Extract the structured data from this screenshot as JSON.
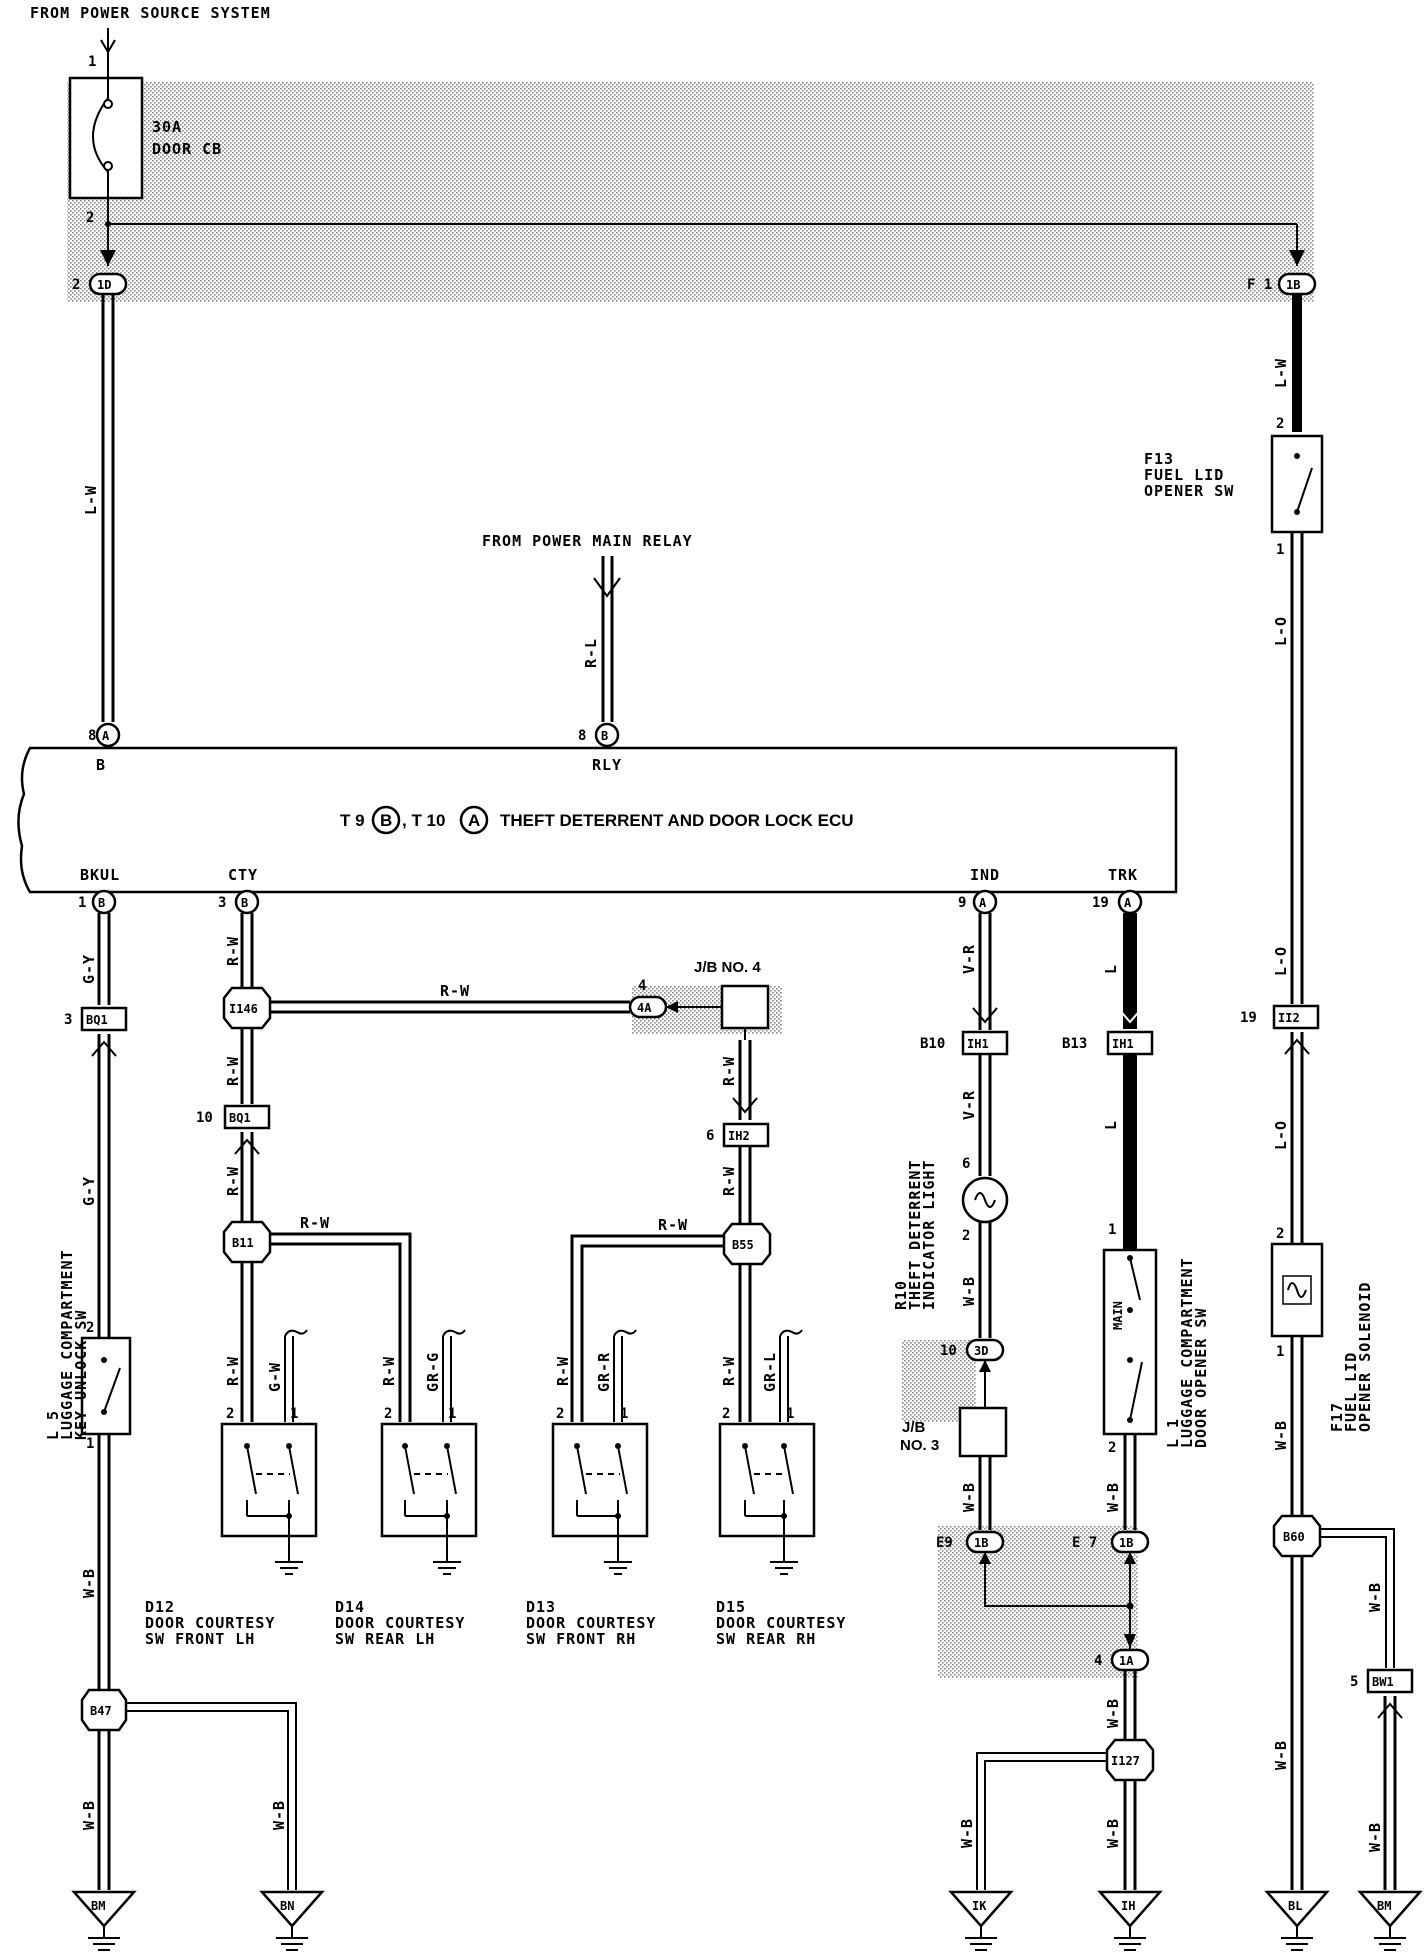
{
  "sources": {
    "power_source": "FROM POWER SOURCE SYSTEM",
    "power_main_relay": "FROM POWER MAIN RELAY"
  },
  "breaker": {
    "rating": "30A",
    "name": "DOOR CB",
    "pin_in": "1",
    "pin_out": "2"
  },
  "ecu": {
    "prefix_t9": "T 9",
    "conn_b": "B",
    "sep": ", T 10",
    "conn_a": "A",
    "name": "THEFT DETERRENT  AND DOOR LOCK ECU",
    "terminals": {
      "b": "B",
      "rly": "RLY",
      "bkul": "BKUL",
      "cty": "CTY",
      "ind": "IND",
      "trk": "TRK"
    }
  },
  "connectors": {
    "c1d": {
      "id": "1D",
      "pin": "2"
    },
    "c1b_top": {
      "id": "1B",
      "pin": "F 1"
    },
    "ecu_b_pin": "8",
    "rly_pin": "8",
    "bkul_pin": "1",
    "cty_pin": "3",
    "ind_pin": "9",
    "trk_pin": "19",
    "bq1_a": {
      "id": "BQ1",
      "pin": "3"
    },
    "bq1_b": {
      "id": "BQ1",
      "pin": "10"
    },
    "i146": "I146",
    "b11": "B11",
    "b55": "B55",
    "c4a": {
      "id": "4A",
      "pin": "4"
    },
    "ih2": {
      "id": "IH2",
      "pin": "6"
    },
    "ih1_a": {
      "id": "IH1",
      "pin": "B10"
    },
    "ih1_b": {
      "id": "IH1",
      "pin": "B13"
    },
    "ii2": {
      "id": "II2",
      "pin": "19"
    },
    "c3d": {
      "id": "3D",
      "pin": "10"
    },
    "c1b_e9": {
      "id": "1B",
      "pin": "E9"
    },
    "c1b_e7": {
      "id": "1B",
      "pin": "E 7"
    },
    "c1a": {
      "id": "1A",
      "pin": "4"
    },
    "i127": "I127",
    "b47": "B47",
    "b60": "B60",
    "bw1": {
      "id": "BW1",
      "pin": "5"
    }
  },
  "junction_blocks": {
    "jb4": "J/B NO. 4",
    "jb3_line1": "J/B",
    "jb3_line2": "NO. 3"
  },
  "wires": {
    "lw": "L-W",
    "rl": "R-L",
    "lo": "L-O",
    "gy": "G-Y",
    "rw": "R-W",
    "gw": "G-W",
    "grg": "GR-G",
    "grr": "GR-R",
    "grl": "GR-L",
    "vr": "V-R",
    "wb": "W-B",
    "l": "L"
  },
  "components": {
    "f13": {
      "ref": "F13",
      "line1": "FUEL LID",
      "line2": "OPENER SW"
    },
    "l5": {
      "ref": "L 5",
      "line1": "LUGGAGE COMPARTMENT",
      "line2": "KEY UNLOCK SW"
    },
    "d12": {
      "ref": "D12",
      "line1": "DOOR COURTESY",
      "line2": "SW FRONT LH"
    },
    "d14": {
      "ref": "D14",
      "line1": "DOOR COURTESY",
      "line2": "SW REAR LH"
    },
    "d13": {
      "ref": "D13",
      "line1": "DOOR COURTESY",
      "line2": "SW FRONT RH"
    },
    "d15": {
      "ref": "D15",
      "line1": "DOOR COURTESY",
      "line2": "SW REAR RH"
    },
    "r10": {
      "ref": "R10",
      "line1": "THEFT DETERRENT",
      "line2": "INDICATOR LIGHT"
    },
    "l1": {
      "ref": "L 1",
      "line1": "LUGGAGE COMPARTMENT",
      "line2": "DOOR OPENER SW",
      "main": "MAIN"
    },
    "f17": {
      "ref": "F17",
      "line1": "FUEL LID",
      "line2": "OPENER SOLENOID"
    }
  },
  "pins": {
    "p1": "1",
    "p2": "2",
    "p6": "6"
  },
  "grounds": {
    "bm": "BM",
    "bn": "BN",
    "ik": "IK",
    "ih": "IH",
    "bl": "BL"
  }
}
